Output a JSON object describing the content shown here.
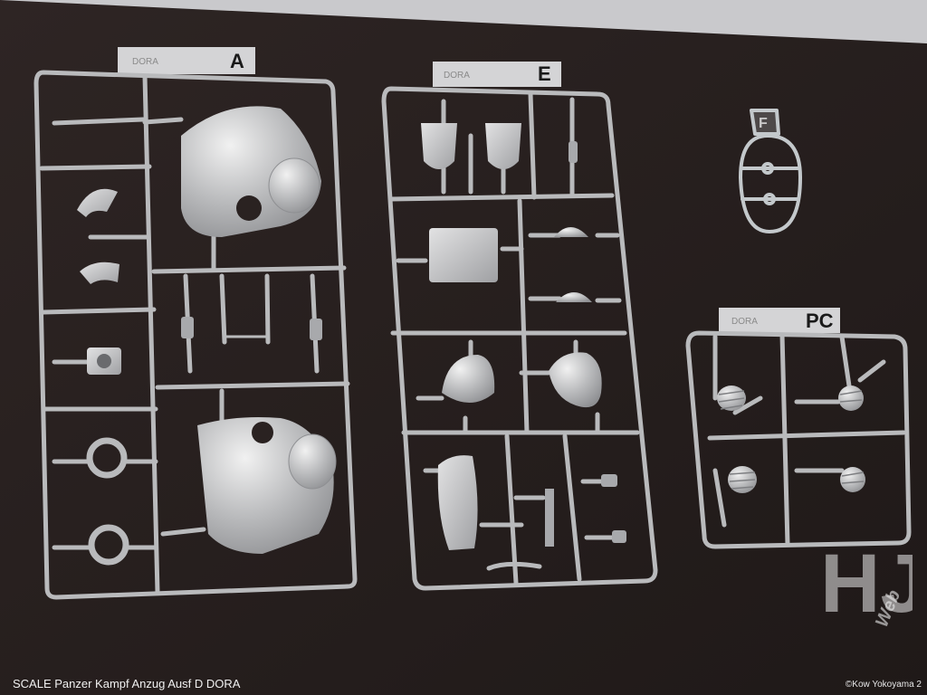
{
  "sprues": {
    "a": {
      "brand": "DORA",
      "letter": "A"
    },
    "e": {
      "brand": "DORA",
      "letter": "E"
    },
    "f": {
      "letter": "F"
    },
    "pc": {
      "brand": "DORA",
      "letter": "PC"
    }
  },
  "caption": "SCALE Panzer Kampf Anzug Ausf D DORA",
  "copyright": "©Kow Yokoyama 2",
  "watermark": {
    "letters": "HJ",
    "word": "Web"
  },
  "colors": {
    "board": "#2a2221",
    "wall": "#c9c9cc",
    "plastic": "#b9babc",
    "clear": "#dfe6ea"
  }
}
